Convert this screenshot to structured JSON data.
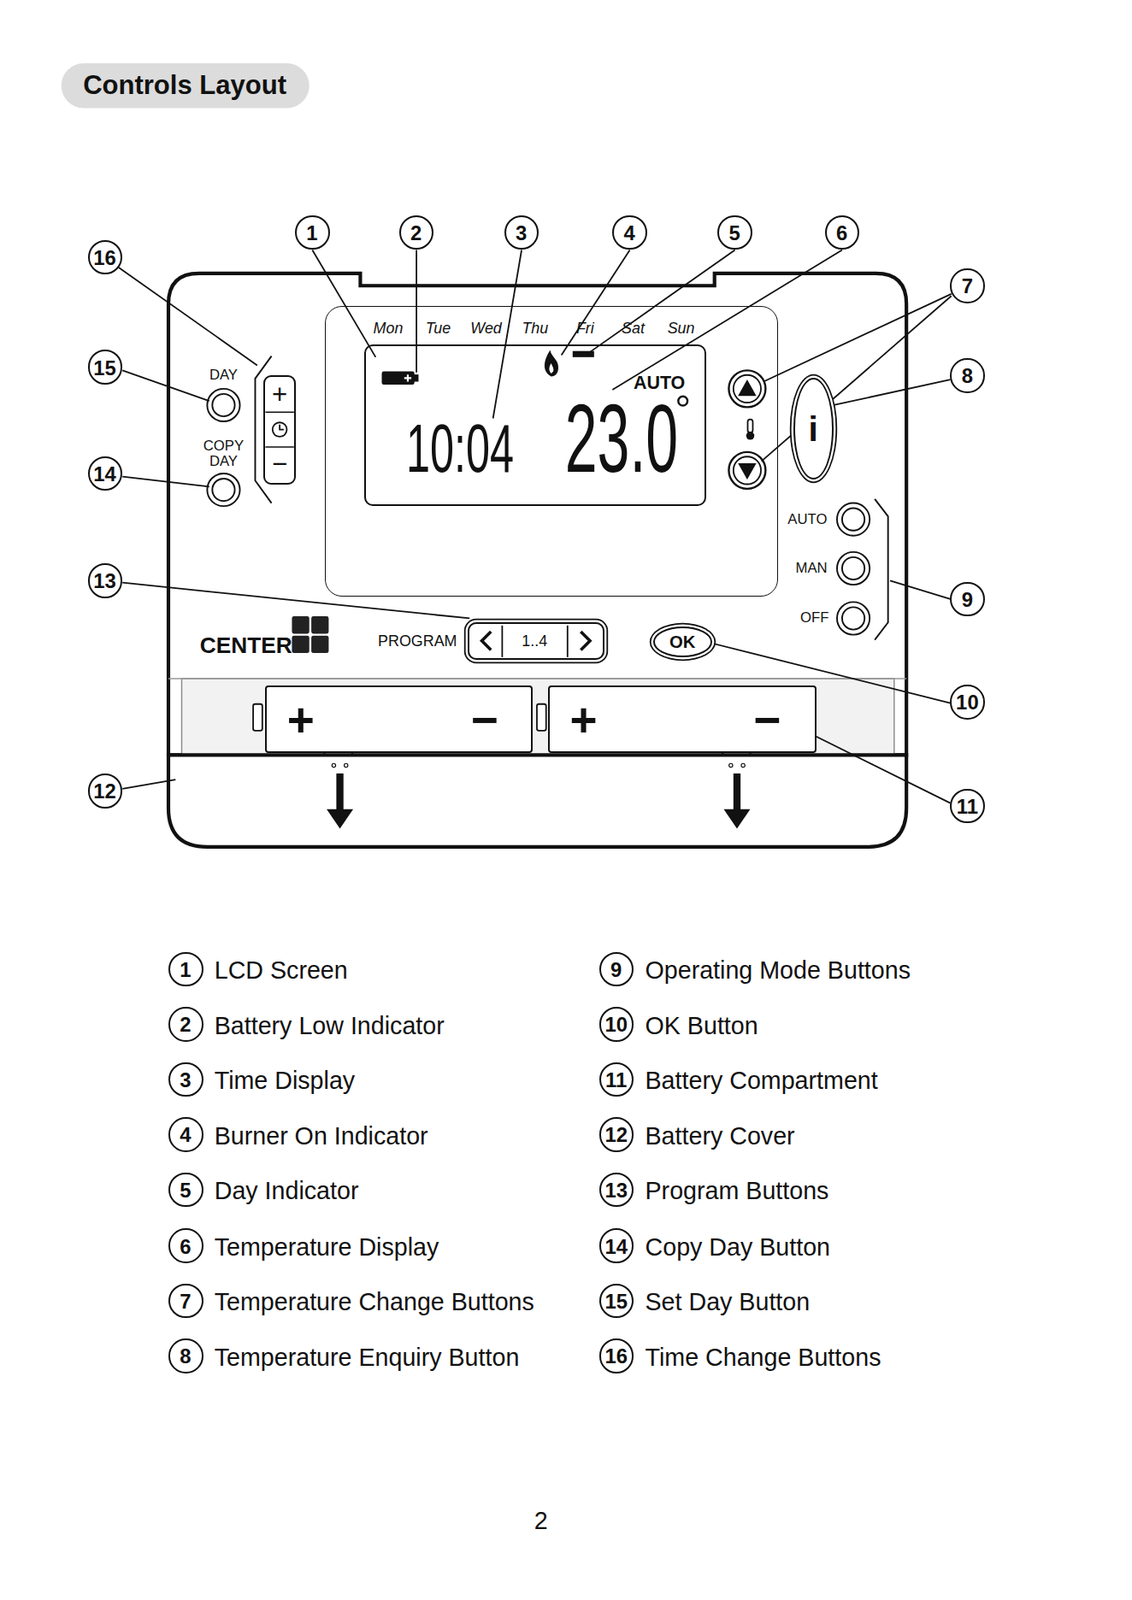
{
  "diagram": {
    "title": "Controls Layout",
    "nodes": [
      {
        "text": [
          "Mon",
          "Tue",
          "Wed",
          "Thu",
          "Fri",
          "Sat",
          "Sun"
        ]
      },
      {
        "text": [
          "10:04",
          "23.0",
          "AUTO"
        ],
        "in": 0
      },
      {
        "text": [
          "i"
        ]
      },
      {
        "text": [
          "+",
          "−"
        ]
      },
      {
        "text": [
          "1..4"
        ]
      },
      {
        "text": [
          "OK"
        ]
      },
      {
        "text": [
          "+",
          "−"
        ]
      },
      {
        "text": [
          "+",
          "−"
        ]
      },
      {
        "text": [
          "1"
        ]
      },
      {
        "text": [
          "2"
        ]
      },
      {
        "text": [
          "3"
        ]
      },
      {
        "text": [
          "4"
        ]
      },
      {
        "text": [
          "5"
        ]
      },
      {
        "text": [
          "6"
        ]
      },
      {
        "text": [
          "7"
        ]
      },
      {
        "text": [
          "8"
        ]
      },
      {
        "text": [
          "9"
        ]
      },
      {
        "text": [
          "10"
        ]
      },
      {
        "text": [
          "11"
        ]
      },
      {
        "text": [
          "12"
        ]
      },
      {
        "text": [
          "13"
        ]
      },
      {
        "text": [
          "14"
        ]
      },
      {
        "text": [
          "15"
        ]
      },
      {
        "text": [
          "16"
        ]
      },
      {
        "text": [
          "1"
        ]
      },
      {
        "text": [
          "2"
        ]
      },
      {
        "text": [
          "3"
        ]
      },
      {
        "text": [
          "4"
        ]
      },
      {
        "text": [
          "5"
        ]
      },
      {
        "text": [
          "6"
        ]
      },
      {
        "text": [
          "7"
        ]
      },
      {
        "text": [
          "8"
        ]
      },
      {
        "text": [
          "9"
        ]
      },
      {
        "text": [
          "10"
        ]
      },
      {
        "text": [
          "11"
        ]
      },
      {
        "text": [
          "12"
        ]
      },
      {
        "text": [
          "13"
        ]
      },
      {
        "text": [
          "14"
        ]
      },
      {
        "text": [
          "15"
        ]
      },
      {
        "text": [
          "16"
        ]
      }
    ],
    "labels": [
      "DAY",
      "COPY DAY",
      "AUTO",
      "MAN",
      "OFF",
      "CENTER",
      "PROGRAM",
      "LCD Screen",
      "Battery Low Indicator",
      "Time Display",
      "Burner On Indicator",
      "Day Indicator",
      "Temperature Display",
      "Temperature Change Buttons",
      "Temperature Enquiry Button",
      "Operating Mode Buttons",
      "OK Button",
      "Battery Compartment",
      "Battery Cover",
      "Program Buttons",
      "Copy Day Button",
      "Set Day Button",
      "Time Change Buttons",
      "2"
    ]
  }
}
